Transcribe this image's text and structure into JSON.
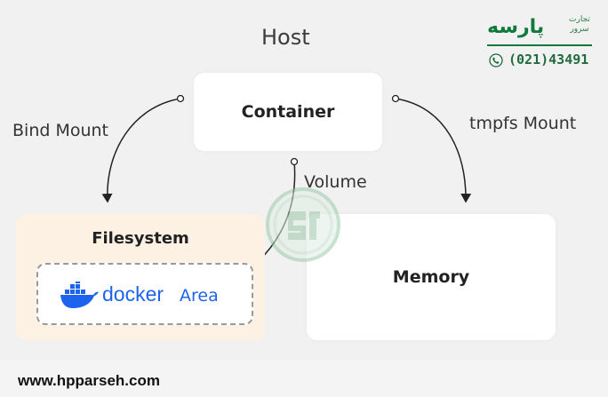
{
  "diagram": {
    "host_label": "Host",
    "container_label": "Container",
    "filesystem_label": "Filesystem",
    "memory_label": "Memory",
    "docker_area": {
      "docker_text": "docker",
      "area_text": "Area"
    },
    "edges": {
      "bind_mount": "Bind Mount",
      "volume": "Volume",
      "tmpfs_mount": "tmpfs Mount"
    }
  },
  "watermark": {
    "brand": "پارسه",
    "subtitle_1": "تجارت",
    "subtitle_2": "سرور",
    "phone": "(021)43491",
    "website": "www.hpparseh.com"
  },
  "colors": {
    "background": "#f1f1f1",
    "filesystem_fill": "#fdf1e3",
    "docker_blue": "#1d63ed",
    "brand_green": "#0f7a3c"
  }
}
